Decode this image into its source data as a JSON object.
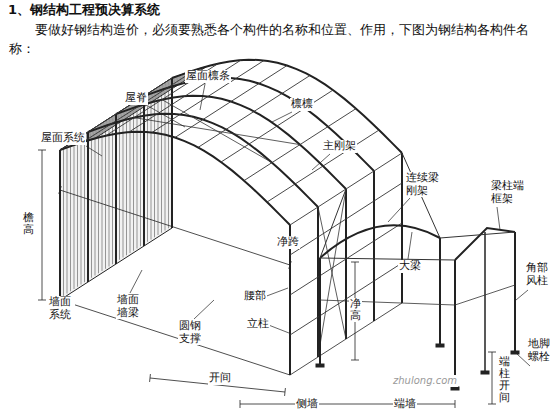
{
  "diagram": {
    "title": "1、钢结构工程预决算系统",
    "labels": [
      "要做好钢结构造价，必须要熟悉各个构件的名称和位置、作用，下图为钢结构各构件名称：",
      "屋面檩条",
      "屋脊",
      "檩檩",
      "主刚架",
      "屋面系统",
      "连续梁 刚架",
      "梁柱端 框架",
      "大梁",
      "角部 风柱",
      "净跨",
      "檐高",
      "腰部",
      "立柱",
      "净高",
      "墙面 系统",
      "墙面 墙梁",
      "圆钢 支撑",
      "地脚 螺栓",
      "开间",
      "侧墙",
      "端墙",
      "端柱开间",
      "zhulong.com"
    ]
  }
}
